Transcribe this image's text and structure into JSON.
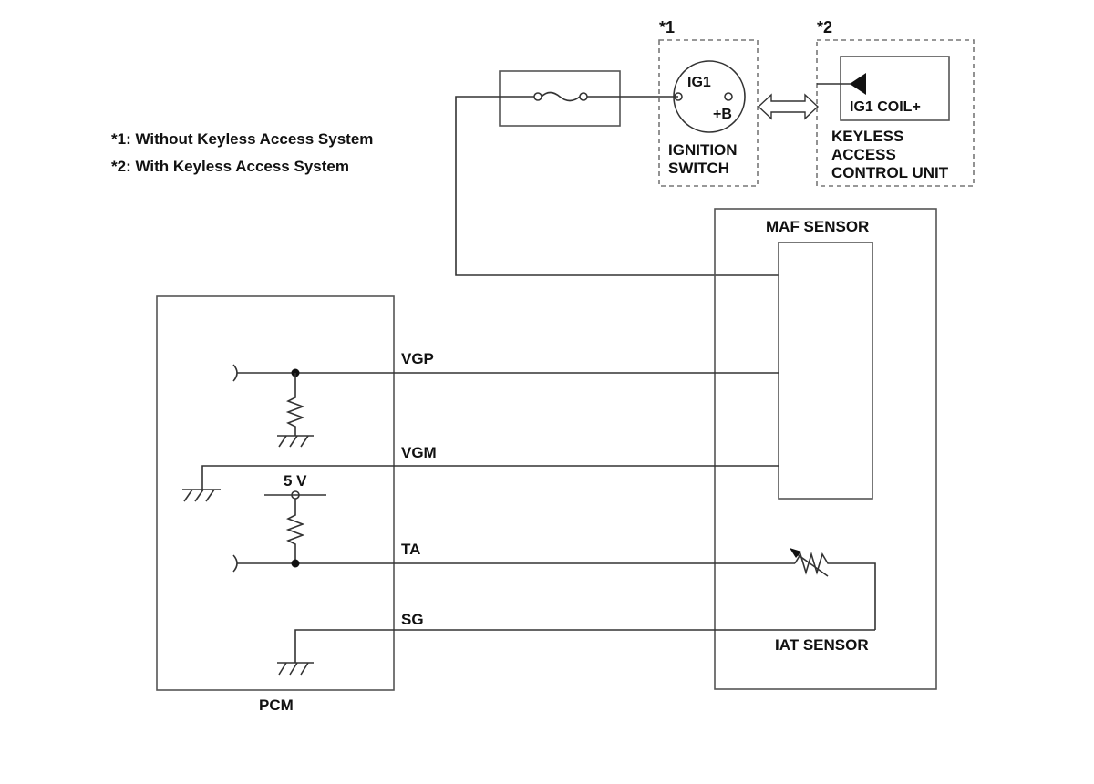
{
  "notes": {
    "marker1": "*1",
    "marker2": "*2",
    "note1": "*1: Without Keyless Access System",
    "note2": "*2: With Keyless Access System"
  },
  "ignition_switch": {
    "terminal_ig1": "IG1",
    "terminal_b": "+B",
    "label_line1": "IGNITION",
    "label_line2": "SWITCH"
  },
  "keyless_unit": {
    "terminal": "IG1 COIL+",
    "label_line1": "KEYLESS",
    "label_line2": "ACCESS",
    "label_line3": "CONTROL UNIT"
  },
  "maf_sensor": {
    "label": "MAF SENSOR"
  },
  "iat_sensor": {
    "label": "IAT SENSOR"
  },
  "pcm": {
    "label": "PCM",
    "supply": "5 V",
    "signals": {
      "vgp": "VGP",
      "vgm": "VGM",
      "ta": "TA",
      "sg": "SG"
    }
  }
}
